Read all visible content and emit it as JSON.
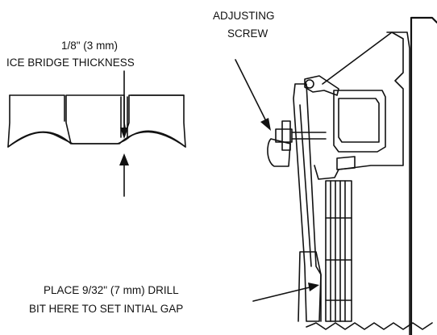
{
  "labels": {
    "adjusting_screw": [
      "ADJUSTING",
      "SCREW"
    ],
    "bridge": [
      "1/8\" (3 mm)",
      "ICE BRIDGE THICKNESS"
    ],
    "drill": [
      "PLACE 9/32\" (7 mm) DRILL",
      "BIT HERE TO SET INTIAL GAP"
    ]
  }
}
